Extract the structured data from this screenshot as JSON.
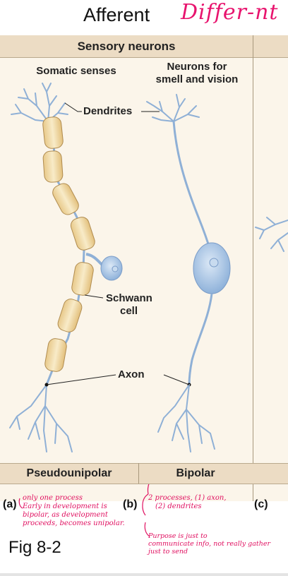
{
  "title": "Afferent",
  "handwritten_top": "Differ-nt",
  "header": "Sensory neurons",
  "columns": {
    "somatic": "Somatic senses",
    "smell_vision_line1": "Neurons for",
    "smell_vision_line2": "smell and vision"
  },
  "callouts": {
    "dendrites": "Dendrites",
    "schwann_line1": "Schwann",
    "schwann_line2": "cell",
    "axon": "Axon"
  },
  "footer": {
    "pseudounipolar": "Pseudounipolar",
    "bipolar": "Bipolar"
  },
  "panel_letters": {
    "a": "(a)",
    "b": "(b)",
    "c": "(c)"
  },
  "notes_a": [
    "only one process",
    "Early in development is",
    "bipolar, as development",
    "proceeds, becomes unipolar."
  ],
  "notes_b": [
    "2 processes, (1) axon,",
    "(2) dendrites"
  ],
  "notes_b2": [
    "Purpose is just to",
    "communicate info, not really gather",
    "just to send"
  ],
  "figure_label": "Fig 8-2",
  "colors": {
    "panel": "#fbf5ea",
    "band": "#ecdcc4",
    "myelin": "#f1ddb0",
    "neuron": "#a9c6e6",
    "annotation": "#e01060"
  }
}
